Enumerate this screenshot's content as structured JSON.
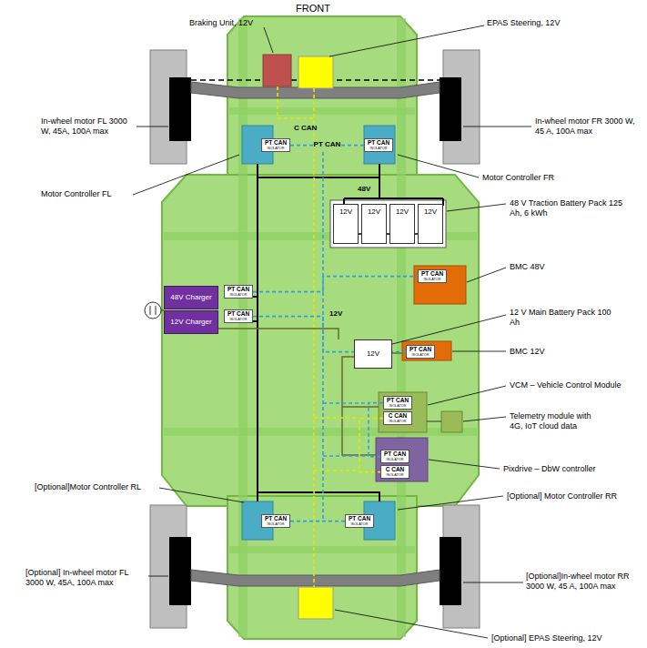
{
  "diagram": {
    "nodes": [
      {
        "text": [
          "PT CAN",
          "ISOLATOR"
        ]
      },
      {
        "text": [
          "PT CAN",
          "ISOLATOR"
        ]
      },
      {
        "text": [
          "12V"
        ]
      },
      {
        "text": [
          "12V"
        ]
      },
      {
        "text": [
          "12V"
        ]
      },
      {
        "text": [
          "12V"
        ]
      },
      {
        "text": [
          "PT CAN",
          "ISOLATOR"
        ]
      },
      {
        "text": [
          "48V Charger"
        ]
      },
      {
        "text": [
          "12V Charger"
        ]
      },
      {
        "text": [
          "PT CAN",
          "ISOLATOR"
        ]
      },
      {
        "text": [
          "PT CAN",
          "ISOLATOR"
        ]
      },
      {
        "text": [
          "12V"
        ]
      },
      {
        "text": [
          "PT CAN",
          "ISOLATOR"
        ]
      },
      {
        "text": [
          "PT CAN",
          "ISOLATOR"
        ]
      },
      {
        "text": [
          "C CAN",
          "ISOLATOR"
        ]
      },
      {
        "text": [
          "PT CAN",
          "ISOLATOR"
        ]
      },
      {
        "text": [
          "C CAN",
          "ISOLATOR"
        ]
      },
      {
        "text": [
          "PT CAN",
          "ISOLATOR"
        ]
      },
      {
        "text": [
          "PT CAN",
          "ISOLATOR"
        ]
      }
    ],
    "edges": [
      {
        "from": 0,
        "to": 1,
        "arrow": "none",
        "label": "PT CAN"
      },
      {
        "from": 2,
        "to": 3,
        "arrow": "none"
      },
      {
        "from": 3,
        "to": 4,
        "arrow": "none"
      },
      {
        "from": 4,
        "to": 5,
        "arrow": "none"
      },
      {
        "from": 9,
        "to": 6,
        "arrow": "none"
      },
      {
        "from": 10,
        "to": 12,
        "arrow": "none"
      },
      {
        "from": 13,
        "to": 15,
        "arrow": "none"
      },
      {
        "from": 14,
        "to": 16,
        "arrow": "none"
      },
      {
        "from": 17,
        "to": 18,
        "arrow": "none"
      }
    ],
    "labels": [
      "FRONT",
      "Braking Unit, 12V",
      "EPAS Steering, 12V",
      "In-wheel motor FL 3000 W, 45A, 100A max",
      "In-wheel motor FR 3000 W, 45 A, 100A max",
      "Motor Controller FL",
      "Motor Controller FR",
      "C CAN",
      "48V",
      "48 V Traction Battery Pack 125 Ah, 6 kWh",
      "BMC 48V",
      "12V",
      "12 V Main Battery Pack 100 Ah",
      "BMC 12V",
      "VCM – Vehicle Control Module",
      "Telemetry module with 4G, IoT cloud data",
      "Pixdrive – DbW controller",
      "[Optional]Motor Controller RL",
      "[Optional] Motor Controller RR",
      "[Optional] In-wheel motor FL 3000 W, 45A, 100A max",
      "[Optional]In-wheel motor RR 3000 W, 45 A, 100A max",
      "[Optional] EPAS Steering, 12V"
    ]
  }
}
